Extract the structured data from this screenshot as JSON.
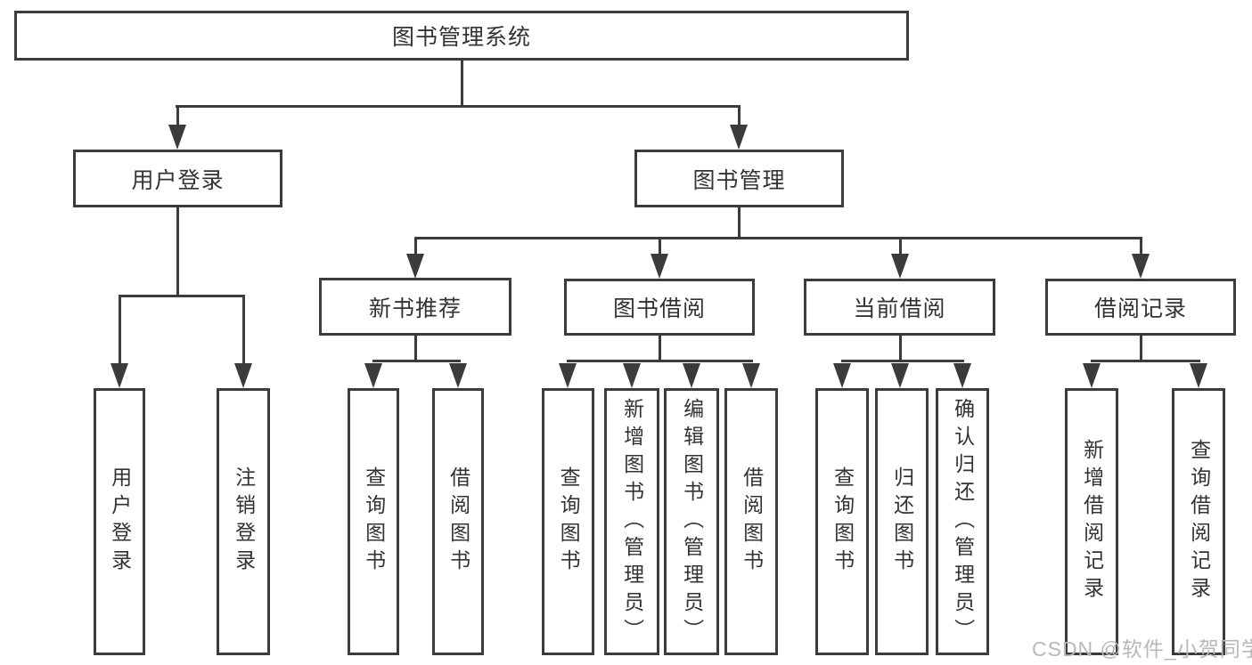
{
  "title": "图书管理系统",
  "tree": {
    "root": "图书管理系统",
    "level2": [
      "用户登录",
      "图书管理"
    ],
    "level3": [
      "新书推荐",
      "图书借阅",
      "当前借阅",
      "借阅记录"
    ],
    "leaves_user_login": [
      "用户登录",
      "注销登录"
    ],
    "leaves_new_book": [
      "查询图书",
      "借阅图书"
    ],
    "leaves_book_borrow": [
      "查询图书",
      "新增图书（管理员）",
      "编辑图书（管理员）",
      "借阅图书"
    ],
    "leaves_current_borrow": [
      "查询图书",
      "归还图书",
      "确认归还（管理员）"
    ],
    "leaves_borrow_record": [
      "新增借阅记录",
      "查询借阅记录"
    ]
  },
  "watermark": "CSDN @软件_小贺同学",
  "colors": {
    "line": "#3b3b3b",
    "text": "#333333",
    "watermark": "#b5b9bd",
    "background": "#ffffff"
  }
}
